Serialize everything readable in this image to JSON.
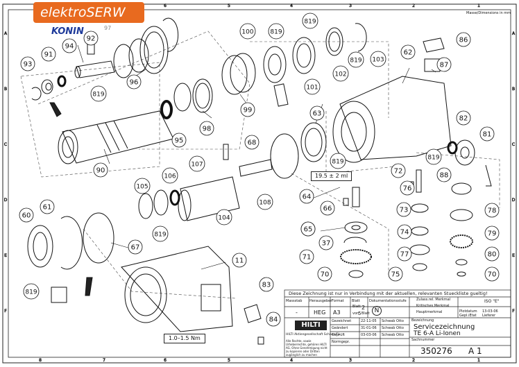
{
  "overlay": {
    "brand": "elektroSERW",
    "city": "KONIN",
    "stamp": "97"
  },
  "top_note": "Masse/Dimensions in mm",
  "zones_top": [
    "8",
    "7",
    "6",
    "5",
    "4",
    "3",
    "2",
    "1"
  ],
  "zones_side": [
    "A",
    "B",
    "C",
    "D",
    "E",
    "F"
  ],
  "part_labels": [
    "100",
    "819",
    "819",
    "93",
    "91",
    "94",
    "92",
    "819",
    "96",
    "101",
    "102",
    "819",
    "103",
    "86",
    "87",
    "62",
    "95",
    "99",
    "98",
    "63",
    "82",
    "81",
    "819",
    "90",
    "107",
    "68",
    "819",
    "65",
    "64",
    "66",
    "76",
    "72",
    "88",
    "78",
    "105",
    "106",
    "104",
    "108",
    "61",
    "60",
    "67",
    "65",
    "37",
    "73",
    "74",
    "79",
    "77",
    "71",
    "75",
    "80",
    "70",
    "70",
    "11",
    "83",
    "84",
    "819",
    "819"
  ],
  "dims": {
    "gap": "19.5 ± 2 ml",
    "torque": "1.0–1.5 Nm"
  },
  "title_block": {
    "note": "Diese Zeichnung ist nur in Verbindung mit der aktuellen, relevanten Stueckliste gueltig!",
    "headers": [
      "Massstab",
      "Herausgeber",
      "Format",
      "Blatt",
      "Dokumentationsstufe"
    ],
    "scale": "-",
    "publisher": "HEG",
    "format": "A3",
    "sheet_label": "Blatt",
    "sheet": "2",
    "of_label": "von",
    "sheets": "5",
    "sheets_label": "Blatt",
    "doc_level": "N",
    "legend": [
      "Zulass.rel. Merkmal",
      "Kritisches Merkmal",
      "Hauptmerkmal"
    ],
    "iso": "ISO \"E\"",
    "rows": [
      {
        "label": "Gezeichnet",
        "date": "22-11-05",
        "name": "Schwab Otto"
      },
      {
        "label": "Geändert",
        "date": "31-01-06",
        "name": "Schwab Otto"
      },
      {
        "label": "Geprüft",
        "date": "03-03-06",
        "name": "Schwab Otto"
      },
      {
        "label": "Normgepr.",
        "date": "",
        "name": ""
      }
    ],
    "plot_label": "Plotdatum",
    "plot_date": "13-03-06",
    "status_label": "Gepl.iEtat",
    "status": "Lieferer",
    "desc_label": "Bezeichnung",
    "desc_line1": "Servicezeichnung",
    "desc_line2": "TE 6-A Li-Ionen",
    "number_label": "Sachnummer",
    "number": "350276",
    "rev": "A 1",
    "company": "HILTI Aktiengesellschaft Schaan/FL",
    "logo": "HILTI",
    "rights": "Alle Rechte, sowie Urheberrechte, gehören HILTI AG. Ohne Genehmigung nicht zu kopieren oder Dritten zugänglich zu machen"
  }
}
